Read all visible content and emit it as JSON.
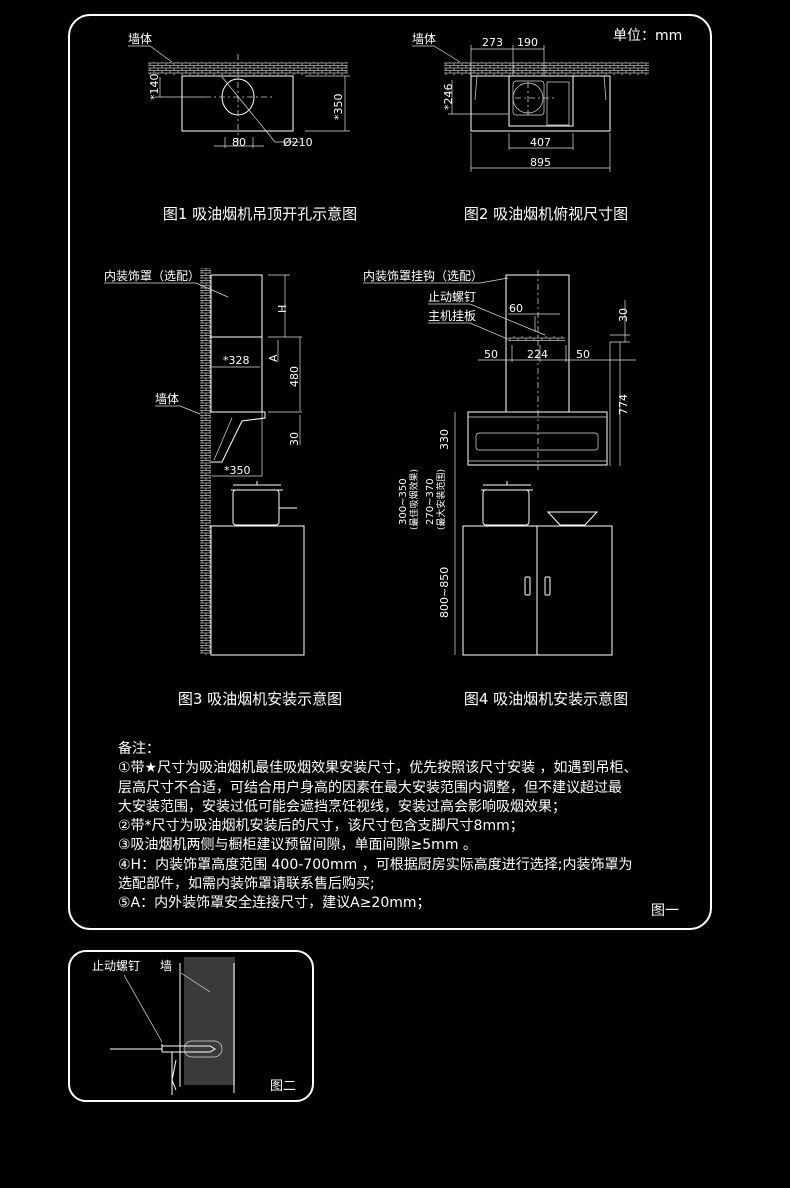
{
  "unit_label": "单位：mm",
  "figure1": {
    "caption": "图1 吸油烟机吊顶开孔示意图",
    "wall": "墙体",
    "dims": [
      "*140",
      "*350",
      "80",
      "Ø210"
    ]
  },
  "figure2": {
    "caption": "图2 吸油烟机俯视尺寸图",
    "wall": "墙体",
    "dims": [
      "273",
      "190",
      "*246",
      "407",
      "895"
    ]
  },
  "figure3": {
    "caption": "图3 吸油烟机安装示意图",
    "cover_label": "内装饰罩（选配）",
    "wall": "墙体",
    "dims": [
      "H",
      "A",
      "*328",
      "480",
      "30",
      "*350"
    ]
  },
  "figure4": {
    "caption": "图4 吸油烟机安装示意图",
    "hook_label": "内装饰罩挂钩（选配）",
    "screw_label": "止动螺钉",
    "plate_label": "主机挂板",
    "dims": [
      "60",
      "30",
      "50",
      "224",
      "50",
      "774",
      "330",
      "300~350",
      "(最佳吸烟效果)",
      "270~370",
      "(最大安装范围)",
      "800~850"
    ]
  },
  "notes": {
    "title": "备注：",
    "lines": [
      "①带★尺寸为吸油烟机最佳吸烟效果安装尺寸，优先按照该尺寸安装 ，如遇到吊柜、",
      "层高尺寸不合适，可结合用户身高的因素在最大安装范围内调整，但不建议超过最",
      "大安装范围，安装过低可能会遮挡烹饪视线，安装过高会影响吸烟效果；",
      "②带*尺寸为吸油烟机安装后的尺寸，该尺寸包含支脚尺寸8mm；",
      "③吸油烟机两侧与橱柜建议预留间隙，单面间隙≥5mm 。",
      "④H：内装饰罩高度范围 400-700mm ，可根据厨房实际高度进行选择;内装饰罩为",
      "选配部件，如需内装饰罩请联系售后购买;",
      "⑤A：内外装饰罩安全连接尺寸，建议A≥20mm；"
    ]
  },
  "panel1_label": "图一",
  "inset": {
    "screw_label": "止动螺钉",
    "wall_label": "墙",
    "panel_label": "图二"
  }
}
